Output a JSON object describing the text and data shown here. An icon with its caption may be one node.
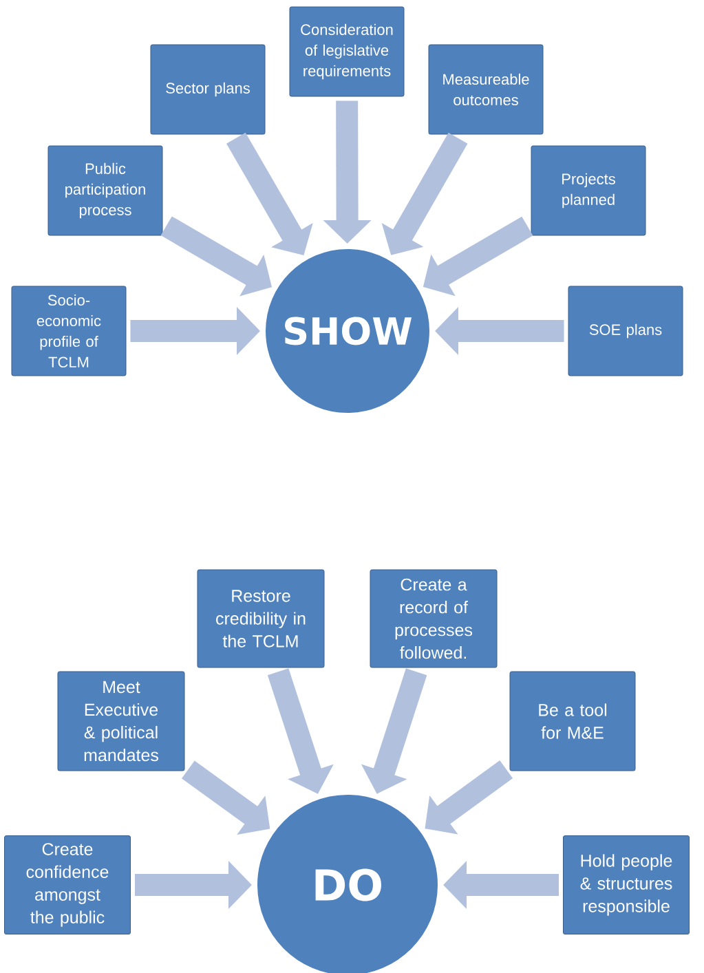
{
  "diagram": {
    "nodes": [
      {
        "text": [
          "Consideration of legislative requirements"
        ]
      },
      {
        "text": [
          "Sector plans"
        ]
      },
      {
        "text": [
          "Measureable outcomes"
        ]
      },
      {
        "text": [
          "Public participation process"
        ]
      },
      {
        "text": [
          "Projects planned"
        ]
      },
      {
        "text": [
          "Socio-economic profile of TCLM"
        ]
      },
      {
        "text": [
          "SHOW"
        ]
      },
      {
        "text": [
          "SOE plans"
        ]
      },
      {
        "text": [
          "Restore credibility in the TCLM"
        ]
      },
      {
        "text": [
          "Create a record of processes followed."
        ]
      },
      {
        "text": [
          "Meet Executive & political mandates"
        ]
      },
      {
        "text": [
          "Be a tool for M&E"
        ]
      },
      {
        "text": [
          "Create confidence amongst the public"
        ]
      },
      {
        "text": [
          "DO"
        ]
      },
      {
        "text": [
          "Hold people & structures responsible"
        ]
      }
    ],
    "edges": [
      {
        "from": 0,
        "to": 6,
        "arrow": "to"
      },
      {
        "from": 1,
        "to": 6,
        "arrow": "to"
      },
      {
        "from": 2,
        "to": 6,
        "arrow": "to"
      },
      {
        "from": 3,
        "to": 6,
        "arrow": "to"
      },
      {
        "from": 4,
        "to": 6,
        "arrow": "to"
      },
      {
        "from": 5,
        "to": 6,
        "arrow": "to"
      },
      {
        "from": 7,
        "to": 6,
        "arrow": "to"
      },
      {
        "from": 8,
        "to": 13,
        "arrow": "to"
      },
      {
        "from": 9,
        "to": 13,
        "arrow": "to"
      },
      {
        "from": 10,
        "to": 13,
        "arrow": "to"
      },
      {
        "from": 11,
        "to": 13,
        "arrow": "to"
      },
      {
        "from": 12,
        "to": 13,
        "arrow": "to"
      },
      {
        "from": 14,
        "to": 13,
        "arrow": "to"
      }
    ]
  }
}
